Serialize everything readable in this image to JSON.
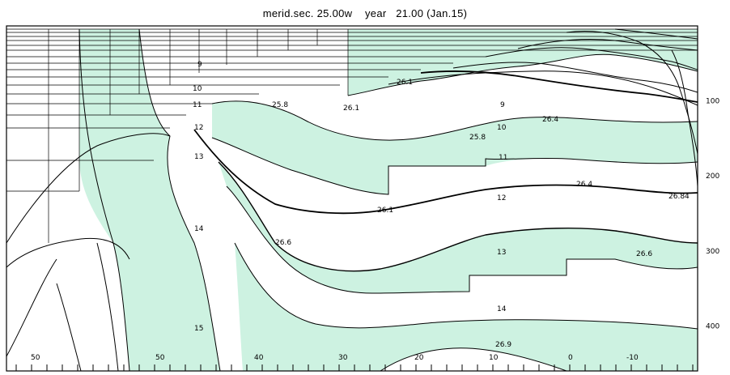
{
  "chart_data": {
    "type": "contour",
    "title": "merid.sec. 25.00w    year   21.00 (Jan.15)",
    "x_tick_labels": [
      "50",
      "50",
      "40",
      "30",
      "20",
      "10",
      "0",
      "-10"
    ],
    "y_tick_labels": [
      "100",
      "200",
      "300",
      "400"
    ],
    "y_ticks": [
      100,
      200,
      300,
      400
    ],
    "xlim": [
      58,
      -16
    ],
    "ylim": [
      0,
      460
    ],
    "temperature_labels": [
      "9",
      "10",
      "11",
      "12",
      "13",
      "14",
      "15"
    ],
    "density_labels": [
      "25.8",
      "26.1",
      "26.4",
      "26.6",
      "26.84",
      "26.9"
    ],
    "fill_color": "#cdf2e1",
    "line_color": "#000000"
  }
}
